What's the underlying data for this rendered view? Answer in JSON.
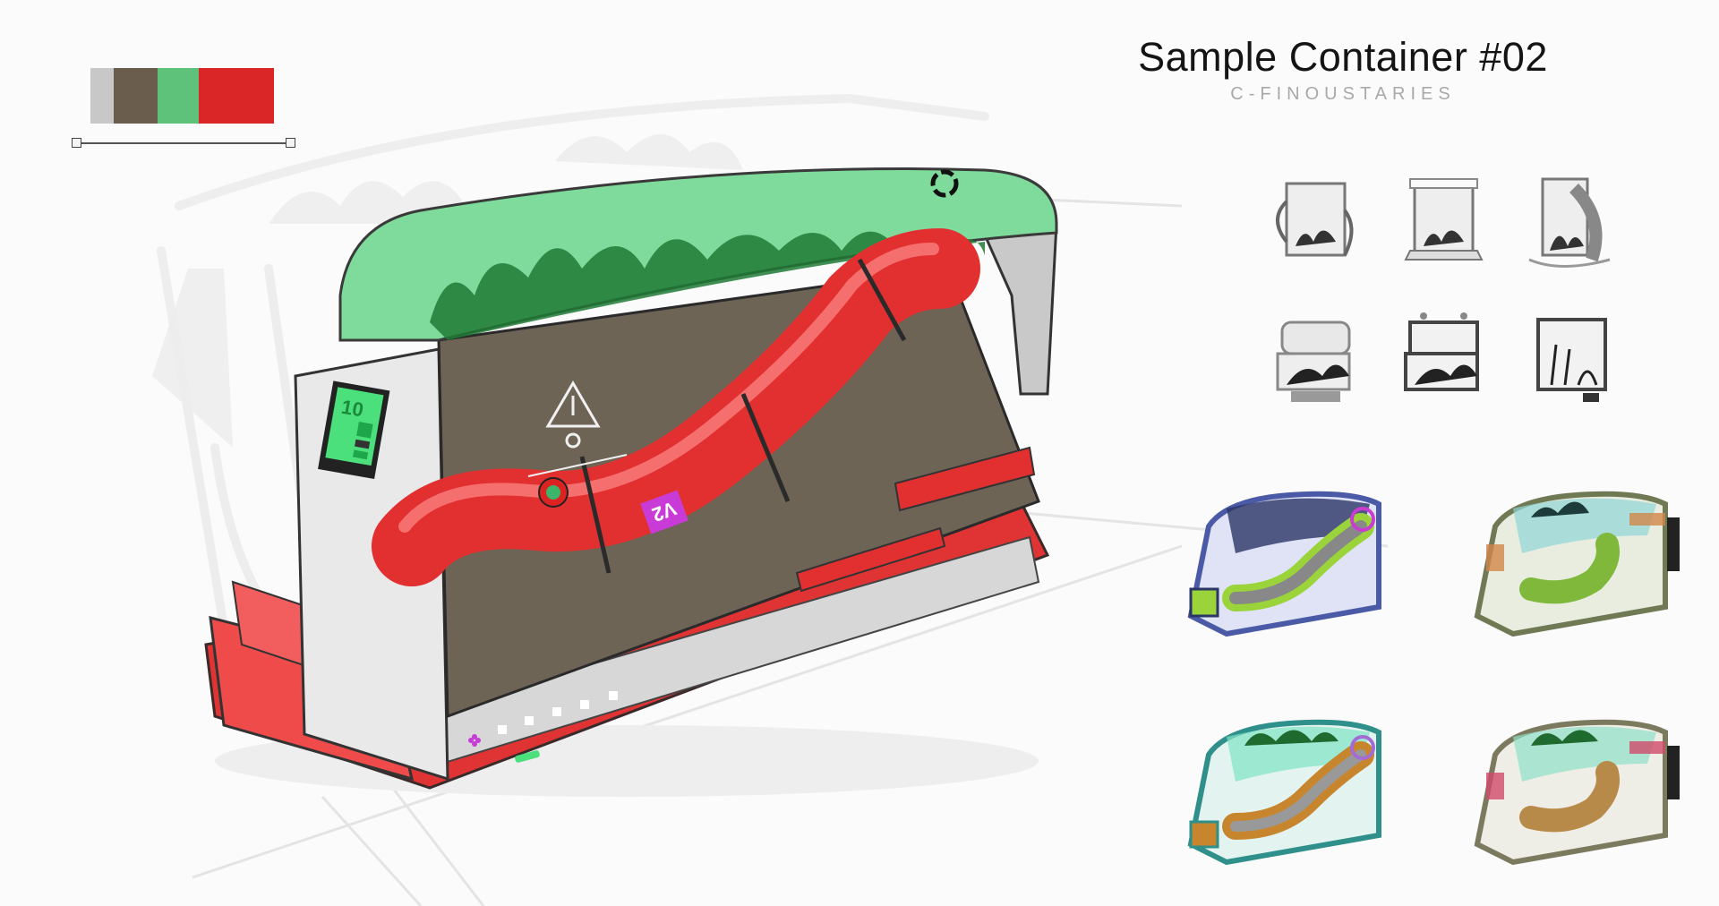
{
  "header": {
    "title": "Sample Container #02",
    "subtitle": "C-FINOUSTARIES"
  },
  "palette": {
    "swatches": [
      {
        "name": "light-gray",
        "color": "#c8c8c8",
        "width": 26
      },
      {
        "name": "taupe-brown",
        "color": "#6b5d4d",
        "width": 49
      },
      {
        "name": "mint-green",
        "color": "#5ec27a",
        "width": 46
      },
      {
        "name": "signal-red",
        "color": "#da2626",
        "width": 84
      }
    ]
  },
  "main_render": {
    "label_badge": "V2",
    "badge_color": "#c93bd6",
    "dome_color": "#4fcf80",
    "foliage_color": "#1f7a35",
    "body_color": "#6e6456",
    "pipe_color": "#e23030",
    "frame_color": "#d9d9d9",
    "screen": {
      "value": "10",
      "color": "#4be07c"
    },
    "warning_icon": "warning-triangle-icon",
    "status_lights": [
      "magenta",
      "white",
      "white",
      "white",
      "white",
      "white"
    ]
  },
  "thumbnails": {
    "rows": 2,
    "cols": 3,
    "items": [
      {
        "style": "grayscale",
        "shape": "upright-handle"
      },
      {
        "style": "grayscale",
        "shape": "upright-base"
      },
      {
        "style": "grayscale",
        "shape": "upright-arc"
      },
      {
        "style": "grayscale",
        "shape": "stacked-drum"
      },
      {
        "style": "grayscale",
        "shape": "stacked-frame"
      },
      {
        "style": "grayscale",
        "shape": "stacked-box"
      }
    ]
  },
  "color_variants": [
    {
      "name": "blue-lime",
      "frame": "#4a5aa6",
      "pipe": "#9ad43a",
      "dome": "#a9b7e8",
      "accent": "#c83cd0"
    },
    {
      "name": "olive-copper",
      "frame": "#6f7a55",
      "pipe": "#7fb83b",
      "dome": "#8fd6d6",
      "accent": "#d2864a"
    },
    {
      "name": "teal-bronze",
      "frame": "#2f8f8a",
      "pipe": "#c7862e",
      "dome": "#7ee3c4",
      "accent": "#a46bd6"
    },
    {
      "name": "khaki-brass",
      "frame": "#7c7a5e",
      "pipe": "#b88a4a",
      "dome": "#8fe0c6",
      "accent": "#d04a6a"
    }
  ]
}
